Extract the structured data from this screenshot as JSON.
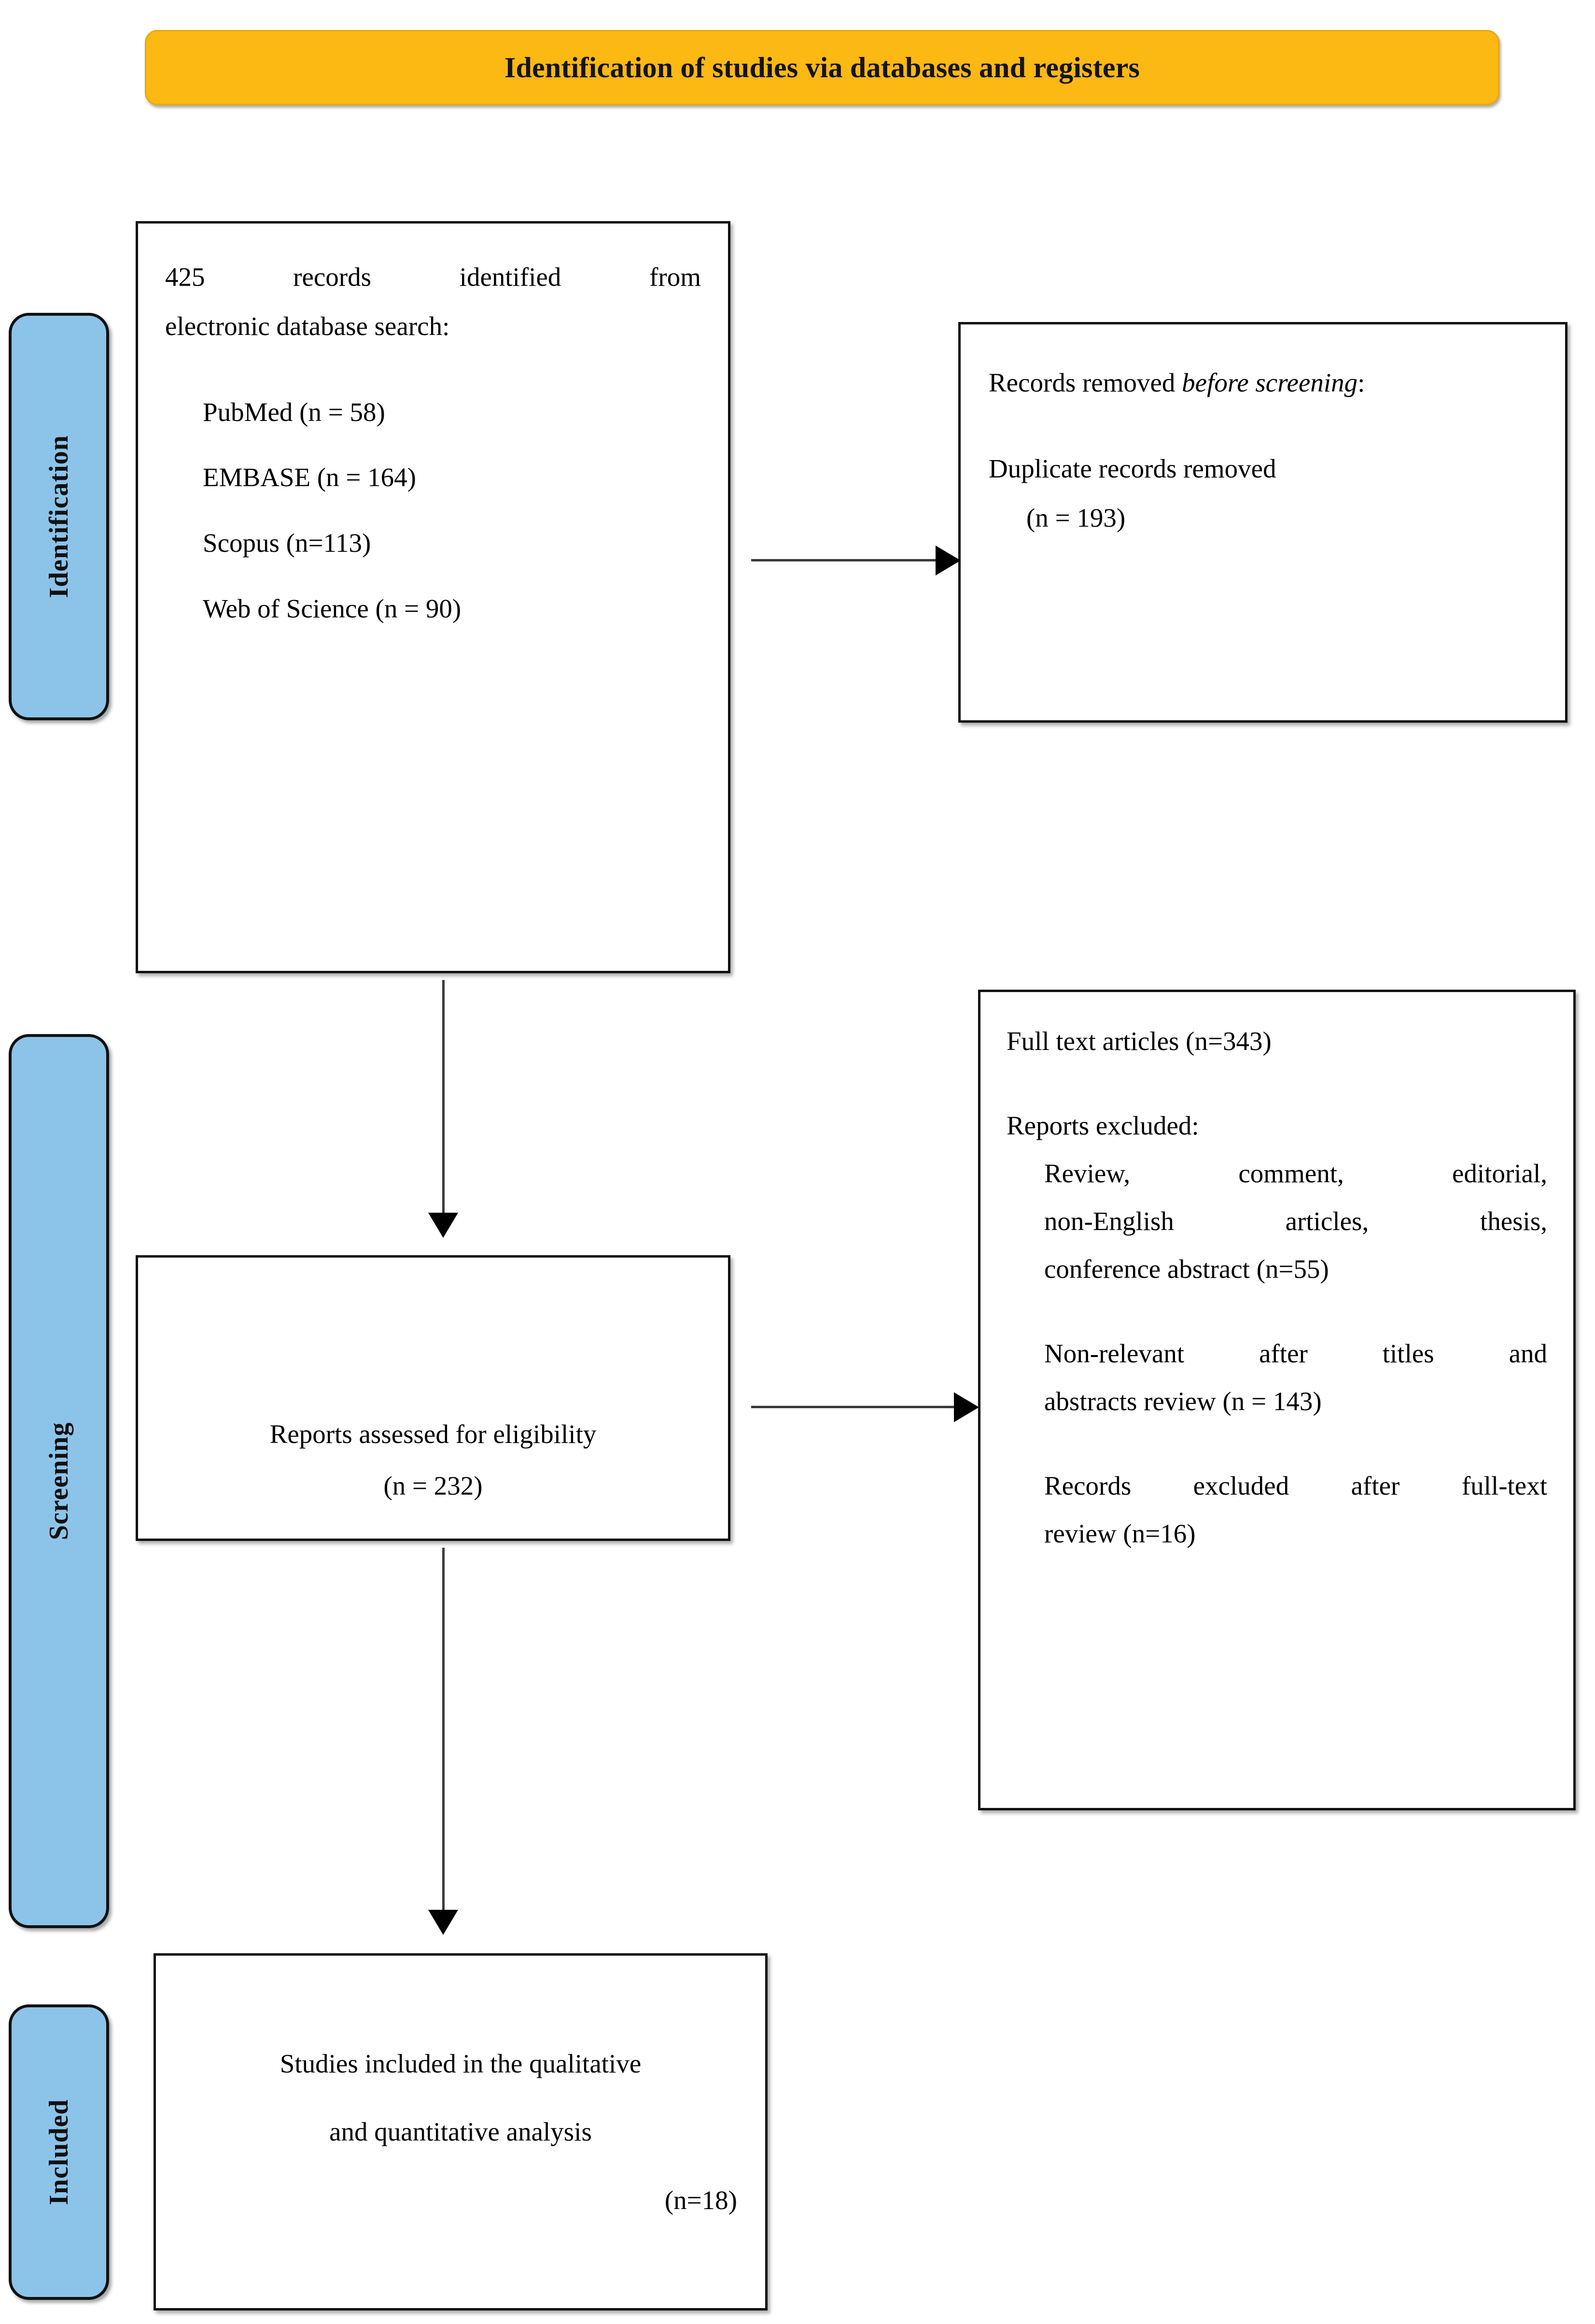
{
  "banner": {
    "title": "Identification of studies via databases and registers",
    "bg_color": "#FCB813"
  },
  "phases": {
    "identification": "Identification",
    "screening": "Screening",
    "included": "Included",
    "color": "#8CC4E9"
  },
  "boxes": {
    "identified": {
      "line1": "425 records identified from",
      "line2": "electronic database search:",
      "sources": [
        "PubMed (n = 58)",
        "EMBASE (n = 164)",
        "Scopus (n=113)",
        "Web of Science (n = 90)"
      ]
    },
    "duplicates": {
      "heading_plain": "Records removed ",
      "heading_italic": "before screening",
      "heading_tail": ":",
      "line1": "Duplicate records removed",
      "line2": "(n = 193)"
    },
    "eligibility": {
      "line1": "Reports assessed for eligibility",
      "line2": "(n = 232)"
    },
    "excluded": {
      "full_text": "Full text articles (n=343)",
      "heading": "Reports excluded:",
      "reason1_a": "Review, comment, editorial,",
      "reason1_b": "non-English articles, thesis,",
      "reason1_c": "conference abstract (n=55)",
      "reason2_a": "Non-relevant after titles and",
      "reason2_b": "abstracts review (n = 143)",
      "reason3_a": "Records excluded after full-text",
      "reason3_b": "review (n=16)"
    },
    "included": {
      "line1": "Studies included in the qualitative",
      "line2": "and quantitative analysis",
      "line3": "(n=18)"
    }
  }
}
